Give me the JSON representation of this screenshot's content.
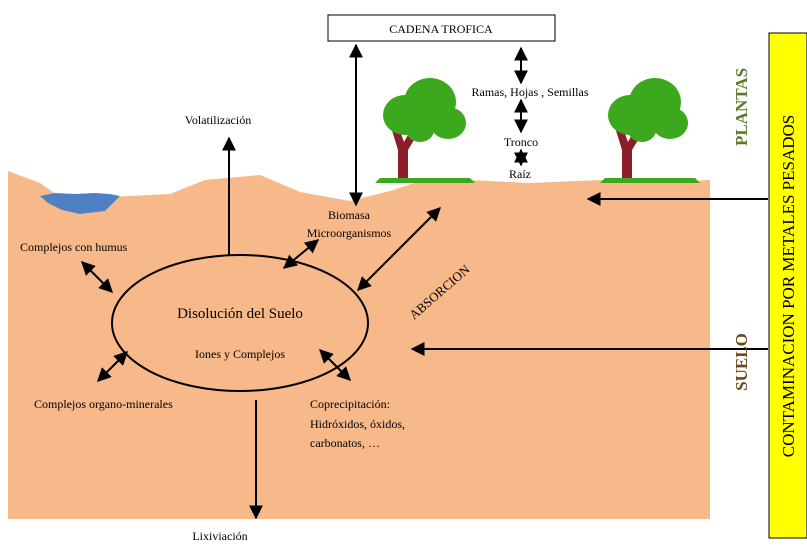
{
  "colors": {
    "soil": "#f7b98a",
    "water": "#4f80c2",
    "sidebar": "#ffff00",
    "plantas_label": "#5a7a2a",
    "suelo_label": "#6b4a1a",
    "tree_leaf": "#3ca81e",
    "tree_trunk": "#8a1f2a"
  },
  "header": {
    "cadena_trofica": "CADENA TROFICA"
  },
  "sidebar": {
    "contaminacion": "CONTAMINACION POR METALES PESADOS"
  },
  "side_labels": {
    "plantas": "PLANTAS",
    "suelo": "SUELO"
  },
  "plant_parts": {
    "ramas": "Ramas, Hojas , Semillas",
    "tronco": "Tronco",
    "raiz": "Raíz"
  },
  "processes": {
    "volatilizacion": "Volatilización",
    "biomasa_1": "Biomasa",
    "biomasa_2": "Microorganismos",
    "humus": "Complejos con humus",
    "absorcion": "ABSORCION",
    "organo": "Complejos organo-minerales",
    "coprec_1": "Coprecipitación:",
    "coprec_2": "Hidróxidos, óxidos,",
    "coprec_3": "carbonatos, …",
    "lixiviacion": "Lixiviación"
  },
  "center": {
    "title": "Disolución del Suelo",
    "subtitle": "Iones y Complejos"
  }
}
